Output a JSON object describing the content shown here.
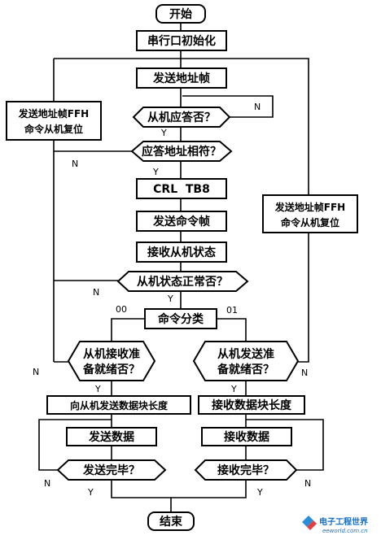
{
  "nodes": {
    "start": "开始",
    "init": "串行口初始化",
    "send_addr": "发送地址帧",
    "slave_ack": "从机应答否？",
    "addr_match": "应答地址相符？",
    "crl_tb8": "CRL  TB8",
    "send_cmd": "发送命令帧",
    "recv_status": "接收从机状态",
    "status_ok": "从机状态正常否？",
    "cmd_classify": "命令分类",
    "slave_recv_ready_1": "从机接收准",
    "slave_recv_ready_2": "备就绪否？",
    "slave_send_ready_1": "从机发送准",
    "slave_send_ready_2": "备就绪否？",
    "send_len": "向从机发送数据块长度",
    "recv_len": "接收数据块长度",
    "send_data": "发送数据",
    "recv_data": "接收数据",
    "send_done": "发送完毕？",
    "recv_done": "接收完毕？",
    "end": "结束",
    "reset_left_1": "发送地址帧FFH",
    "reset_left_2": "命令从机复位",
    "reset_right_1": "发送地址帧FFH",
    "reset_right_2": "命令从机复位"
  },
  "labels": {
    "yes": "Y",
    "no": "N",
    "branch_00": "00",
    "branch_01": "01"
  },
  "watermark": {
    "name": "电子工程世界",
    "url": "eeworld.com.cn"
  }
}
